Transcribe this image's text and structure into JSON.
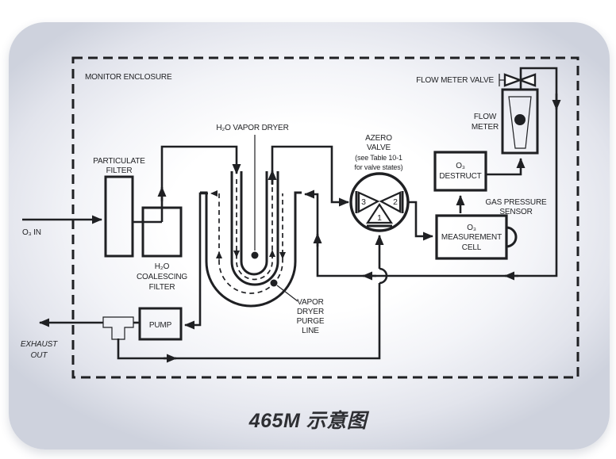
{
  "caption": "465M 示意图",
  "colors": {
    "line": "#1f2023",
    "text": "#1f2023",
    "panel_edge": "#ced2dd"
  },
  "enclosure": {
    "label": "MONITOR ENCLOSURE"
  },
  "inlet": {
    "label": "O₃ IN"
  },
  "exhaust": {
    "line1": "EXHAUST",
    "line2": "OUT"
  },
  "particulate_filter": {
    "line1": "PARTICULATE",
    "line2": "FILTER"
  },
  "coalescing_filter": {
    "line1": "H₂O",
    "line2": "COALESCING",
    "line3": "FILTER"
  },
  "vapor_dryer": {
    "label": "H₂O VAPOR DRYER"
  },
  "purge_line": {
    "line1": "VAPOR",
    "line2": "DRYER",
    "line3": "PURGE",
    "line4": "LINE"
  },
  "azero_valve": {
    "line1": "AZERO",
    "line2": "VALVE",
    "line3": "(see Table 10-1",
    "line4": "for valve states)",
    "port1": "1",
    "port2": "2",
    "port3": "3"
  },
  "pump": {
    "label": "PUMP"
  },
  "measurement_cell": {
    "line1": "O₃",
    "line2": "MEASUREMENT",
    "line3": "CELL"
  },
  "o3_destruct": {
    "line1": "O₃",
    "line2": "DESTRUCT"
  },
  "gas_pressure_sensor": {
    "line1": "GAS PRESSURE",
    "line2": "SENSOR"
  },
  "flow_meter": {
    "line1": "FLOW",
    "line2": "METER"
  },
  "flow_meter_valve": {
    "label": "FLOW METER VALVE"
  }
}
